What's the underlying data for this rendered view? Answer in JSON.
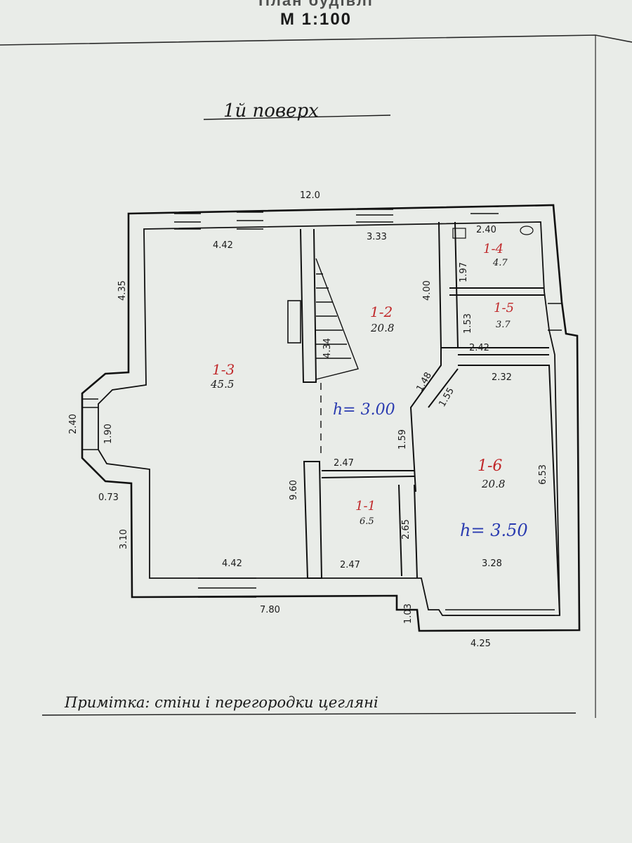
{
  "header": {
    "title": "План будівлі",
    "scale": "М 1:100"
  },
  "floor_title": "1й поверх",
  "overall": {
    "width": "12.0",
    "left_wing_height": "4.35",
    "bay_width": "2.40",
    "bay_window": "1.90",
    "bay_return": "0.73",
    "lower_left": "3.10",
    "bottom_left": "7.80",
    "right_bottom": "4.25",
    "bottom_step": "1.03"
  },
  "rooms": [
    {
      "id": "1-1",
      "area": "6.5"
    },
    {
      "id": "1-2",
      "area": "20.8"
    },
    {
      "id": "1-3",
      "area": "45.5"
    },
    {
      "id": "1-4",
      "area": "4.7"
    },
    {
      "id": "1-5",
      "area": "3.7"
    },
    {
      "id": "1-6",
      "area": "20.8"
    }
  ],
  "room_dims": {
    "r3_top": "4.42",
    "r3_bottom": "4.42",
    "r3_height": "9.60",
    "r2_top": "3.33",
    "r2_height": "4.00",
    "stair": "4.34",
    "r4_top": "2.40",
    "r4_side": "1.97",
    "r5_side": "1.53",
    "r5_bottom": "2.42",
    "corr_diag": "1.48",
    "corr_side": "1.59",
    "r1_top": "2.47",
    "r1_bottom": "2.47",
    "r1_side": "2.65",
    "r6_top": "2.32",
    "r6_diag": "1.55",
    "r6_side": "6.53",
    "r6_inner": "3.28"
  },
  "heights": {
    "h1": "h= 3.00",
    "h2": "h= 3.50"
  },
  "note": "Примітка: стіни і перегородки цегляні"
}
